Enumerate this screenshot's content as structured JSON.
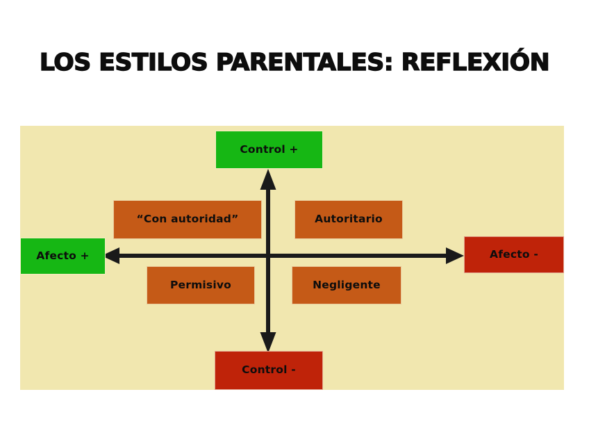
{
  "slide": {
    "title": "LOS ESTILOS PARENTALES: REFLEXIÓN"
  },
  "diagram": {
    "type": "two-axis-quadrant",
    "panel_color": "#f1e7af",
    "axes": {
      "vertical": {
        "top_label": "Control +",
        "bottom_label": "Control -",
        "arrow_color": "#1a1a1a",
        "double_headed": true
      },
      "horizontal": {
        "left_label": "Afecto +",
        "right_label": "Afecto -",
        "arrow_color": "#1a1a1a",
        "double_headed": true
      }
    },
    "axis_boxes": [
      {
        "name": "control-plus",
        "label": "Control +",
        "color": "#16b714",
        "position": "top"
      },
      {
        "name": "control-minus",
        "label": "Control -",
        "color": "#bf2309",
        "position": "bottom"
      },
      {
        "name": "afecto-plus",
        "label": "Afecto +",
        "color": "#16b714",
        "position": "left"
      },
      {
        "name": "afecto-minus",
        "label": "Afecto -",
        "color": "#bf2309",
        "position": "right"
      }
    ],
    "quadrants": [
      {
        "name": "con-autoridad",
        "label": "“Con autoridad”",
        "color": "#c55a17",
        "quadrant": "control+ / afecto+"
      },
      {
        "name": "autoritario",
        "label": "Autoritario",
        "color": "#c55a17",
        "quadrant": "control+ / afecto-"
      },
      {
        "name": "permisivo",
        "label": "Permisivo",
        "color": "#c55a17",
        "quadrant": "control- / afecto+"
      },
      {
        "name": "negligente",
        "label": "Negligente",
        "color": "#c55a17",
        "quadrant": "control- / afecto-"
      }
    ]
  }
}
